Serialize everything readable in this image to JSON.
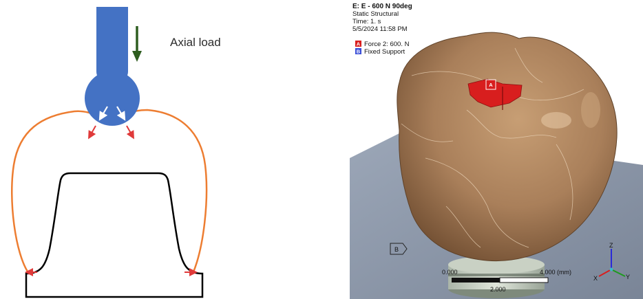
{
  "left_diagram": {
    "axial_load_label": "Axial load",
    "colors": {
      "indenter": "#4472c4",
      "load_arrow": "#2e5d1f",
      "crown_outline": "#ed7d31",
      "abutment_outline": "#000000",
      "reaction_arrows": "#e03a3a",
      "contact_arrows": "#ffffff"
    }
  },
  "right_view": {
    "header": {
      "title": "E: E - 600 N 90deg",
      "analysis_type": "Static Structural",
      "time": "Time: 1. s",
      "date": "5/5/2024 11:58 PM"
    },
    "legend": [
      {
        "letter": "A",
        "label": "Force 2: 600. N",
        "color": "#d81e1e"
      },
      {
        "letter": "B",
        "label": "Fixed Support",
        "color": "#3b4fd8"
      }
    ],
    "force_marker_letter": "A",
    "support_marker_letter": "B",
    "scale_bar": {
      "labels": [
        "0.000",
        "4.000 (mm)",
        "2.000"
      ]
    },
    "triad": {
      "z": "Z",
      "y": "Y",
      "x": "X"
    },
    "colors": {
      "crown": "#a97f5a",
      "base_plane": "#8e99ab",
      "force_patch": "#d81e1e"
    }
  }
}
